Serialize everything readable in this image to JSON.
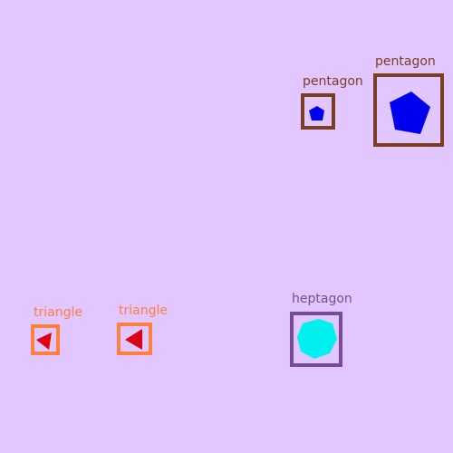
{
  "background_color": "#e2c6ff",
  "objects": [
    {
      "id": "pentagon-small",
      "shape": "pentagon",
      "label": "pentagon",
      "label_color": "#7a3f20",
      "box_color": "#7a3f20",
      "fill_color": "#0000ee"
    },
    {
      "id": "pentagon-large",
      "shape": "pentagon",
      "label": "pentagon",
      "label_color": "#7a3f20",
      "box_color": "#7a3f20",
      "fill_color": "#0000ee"
    },
    {
      "id": "triangle-left",
      "shape": "triangle",
      "label": "triangle",
      "label_color": "#ff7f3f",
      "box_color": "#ff7f3f",
      "fill_color": "#dd0011"
    },
    {
      "id": "triangle-right",
      "shape": "triangle",
      "label": "triangle",
      "label_color": "#ff7f3f",
      "box_color": "#ff7f3f",
      "fill_color": "#dd0011"
    },
    {
      "id": "heptagon",
      "shape": "heptagon",
      "label": "heptagon",
      "label_color": "#7a4a9a",
      "box_color": "#7a4a9a",
      "fill_color": "#00f0f0"
    }
  ]
}
